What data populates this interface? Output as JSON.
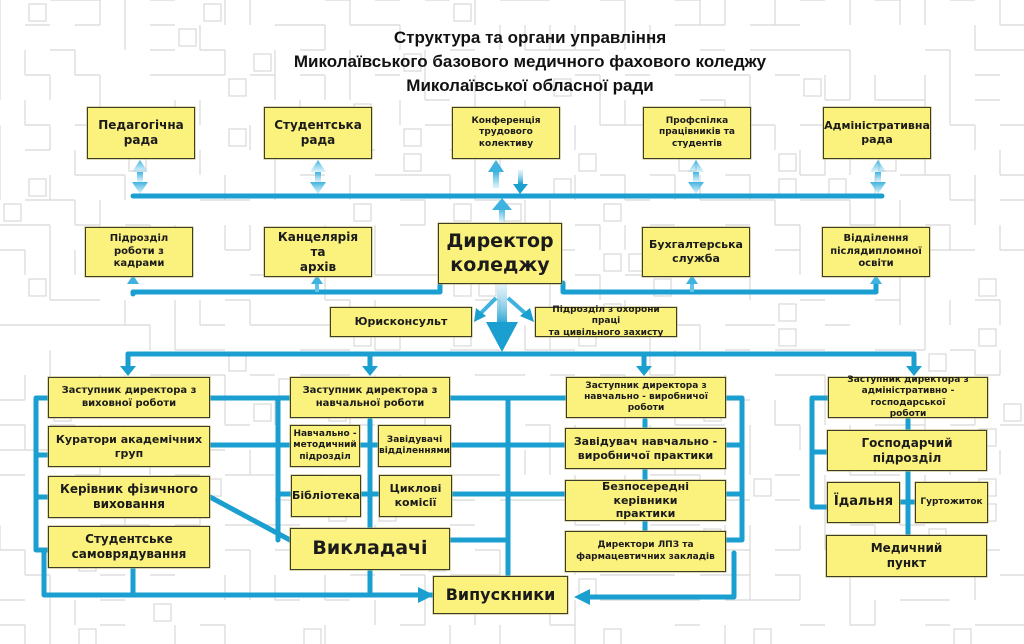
{
  "title": {
    "line1": "Структура та органи управління",
    "line2": "Миколаївського базового медичного фахового коледжу",
    "line3": "Миколаївської обласної ради"
  },
  "colors": {
    "box_fill": "#fbf27e",
    "box_border": "#3d3d2a",
    "connector": "#1a9fd0",
    "arrow_light": "#5ec3e8",
    "background_pattern": "#d8d8d8"
  },
  "top_row": [
    {
      "id": "pedagogical-council",
      "label": "Педагогічна\nрада"
    },
    {
      "id": "student-council",
      "label": "Студентська\nрада"
    },
    {
      "id": "labor-conference",
      "label": "Конференція\nтрудового\nколективу"
    },
    {
      "id": "trade-union",
      "label": "Профспілка\nпрацівників та\nстудентів"
    },
    {
      "id": "admin-council",
      "label": "Адміністративна\nрада"
    }
  ],
  "second_row": [
    {
      "id": "hr-unit",
      "label": "Підрозділ\nроботи з\nкадрами"
    },
    {
      "id": "office-archive",
      "label": "Канцелярія та\nархів"
    },
    {
      "id": "director",
      "label": "Директор\nколеджу"
    },
    {
      "id": "accounting",
      "label": "Бухгалтерська\nслужба"
    },
    {
      "id": "postgrad-dept",
      "label": "Відділення\nпіслядипломної\nосвіти"
    }
  ],
  "director_direct": [
    {
      "id": "legal-counsel",
      "label": "Юрисконсульт"
    },
    {
      "id": "safety-unit",
      "label": "Підрозділ з охорони праці\nта цивільного захисту"
    }
  ],
  "deputies": {
    "educational_upbringing": {
      "head": "Заступник директора з\nвиховної роботи",
      "items": [
        "Куратори академічних\nгруп",
        "Керівник фізичного\nвиховання",
        "Студентське\nсамоврядування"
      ]
    },
    "academic": {
      "head": "Заступник директора з\nнавчальної роботи",
      "items": [
        "Навчально -\nметодичний\nпідрозділ",
        "Завідувачі\nвідділеннями",
        "Бібліотека",
        "Циклові\nкомісії"
      ]
    },
    "practical": {
      "head": "Заступник директора з\nнавчально - виробничої\nроботи",
      "items": [
        "Завідувач навчально -\nвиробничої практики",
        "Безпосередні керівники\nпрактики",
        "Директори ЛПЗ та\nфармацевтичних закладів"
      ]
    },
    "administrative": {
      "head": "Заступник директора з\nадміністративно - господарської\nроботи",
      "items": [
        "Господарчий\nпідрозділ",
        "Їдальня",
        "Гуртожиток",
        "Медичний\nпункт"
      ]
    }
  },
  "teachers": "Викладачі",
  "graduates": "Випускники"
}
